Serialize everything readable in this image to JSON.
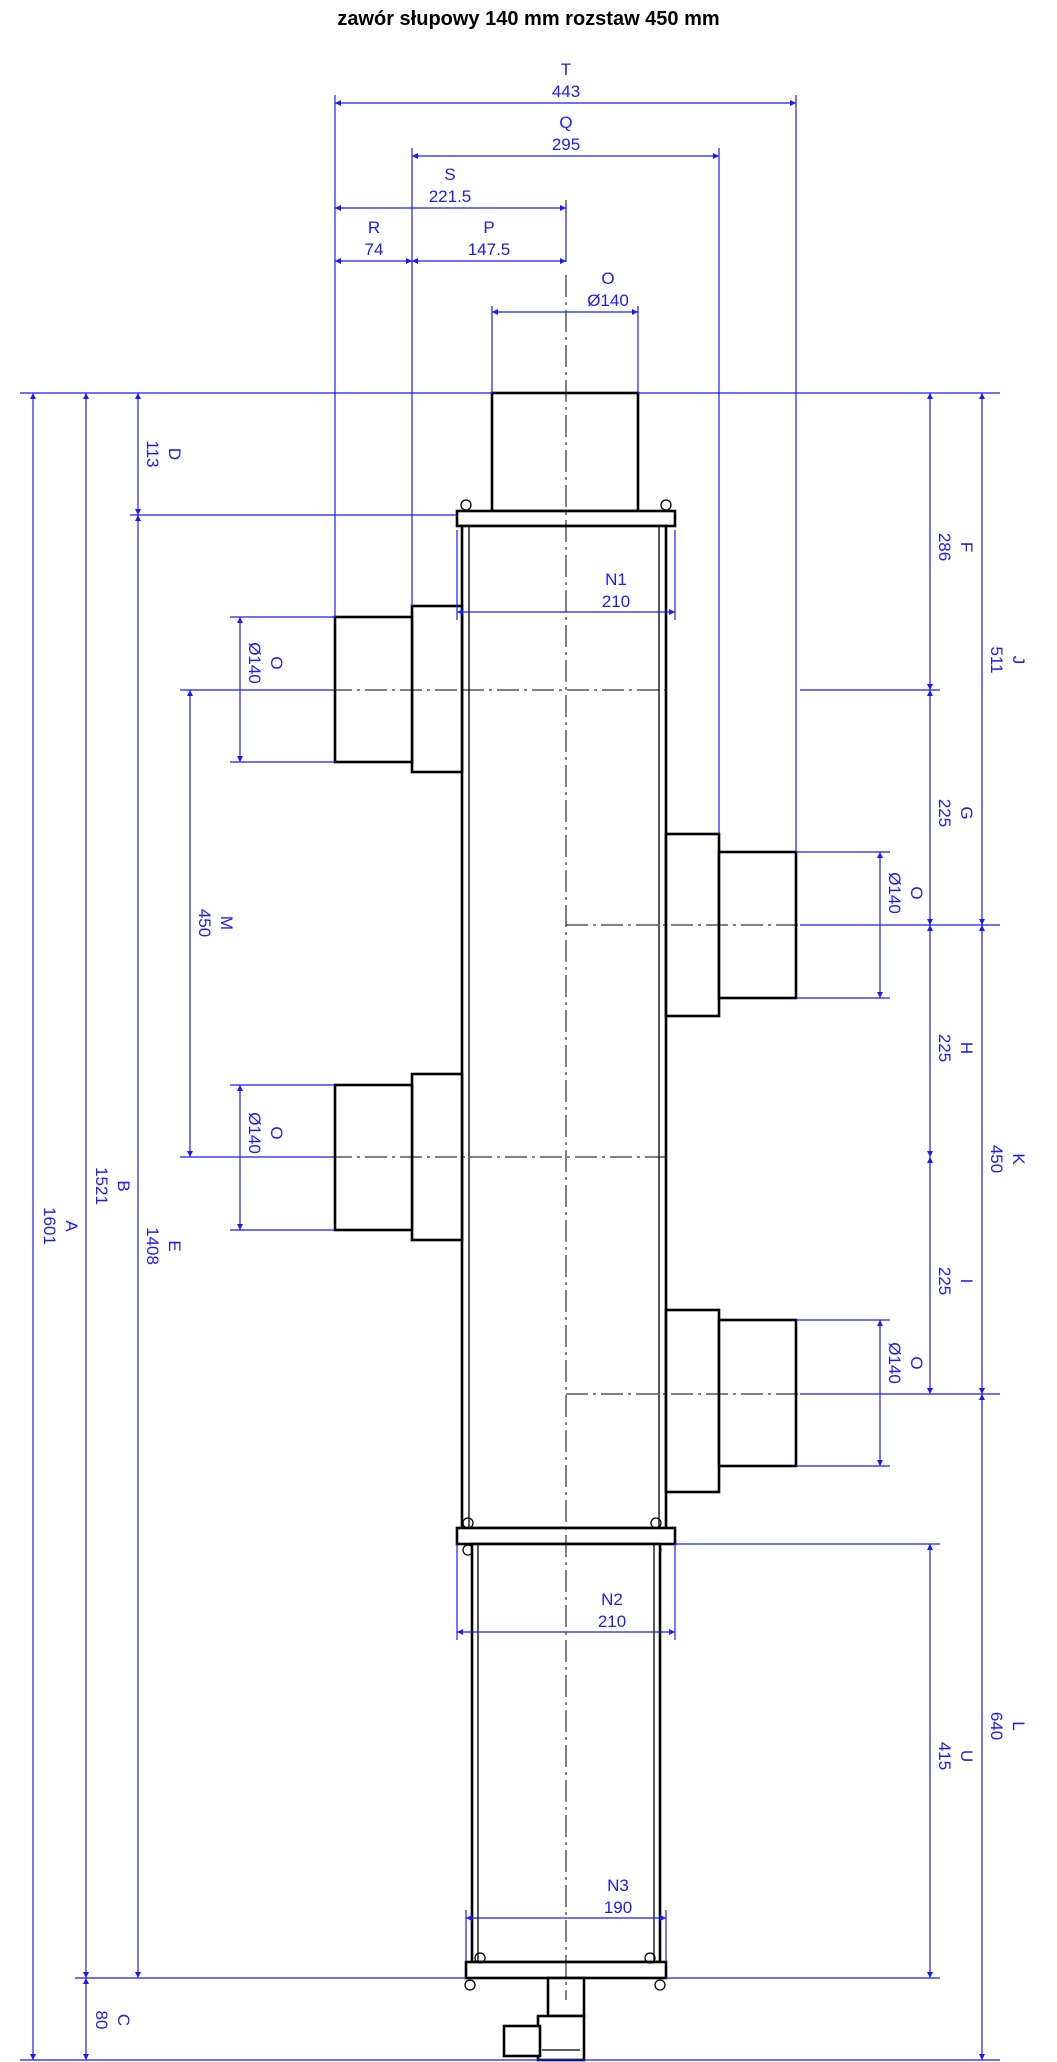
{
  "title": "zawór słupowy 140 mm rozstaw 450 mm",
  "dims": {
    "T": {
      "label": "T",
      "value": "443"
    },
    "Q": {
      "label": "Q",
      "value": "295"
    },
    "S": {
      "label": "S",
      "value": "221.5"
    },
    "R": {
      "label": "R",
      "value": "74"
    },
    "P": {
      "label": "P",
      "value": "147.5"
    },
    "O_top": {
      "label": "O",
      "value": "Ø140"
    },
    "N1": {
      "label": "N1",
      "value": "210"
    },
    "N2": {
      "label": "N2",
      "value": "210"
    },
    "N3": {
      "label": "N3",
      "value": "190"
    },
    "A": {
      "label": "A",
      "value": "1601"
    },
    "B": {
      "label": "B",
      "value": "1521"
    },
    "C": {
      "label": "C",
      "value": "80"
    },
    "D": {
      "label": "D",
      "value": "113"
    },
    "E": {
      "label": "E",
      "value": "1408"
    },
    "M": {
      "label": "M",
      "value": "450"
    },
    "O_left1": {
      "label": "O",
      "value": "Ø140"
    },
    "O_left2": {
      "label": "O",
      "value": "Ø140"
    },
    "O_right1": {
      "label": "O",
      "value": "Ø140"
    },
    "O_right2": {
      "label": "O",
      "value": "Ø140"
    },
    "F": {
      "label": "F",
      "value": "286"
    },
    "G": {
      "label": "G",
      "value": "225"
    },
    "H": {
      "label": "H",
      "value": "225"
    },
    "I": {
      "label": "I",
      "value": "225"
    },
    "U": {
      "label": "U",
      "value": "415"
    },
    "J": {
      "label": "J",
      "value": "511"
    },
    "K": {
      "label": "K",
      "value": "450"
    },
    "L": {
      "label": "L",
      "value": "640"
    }
  }
}
